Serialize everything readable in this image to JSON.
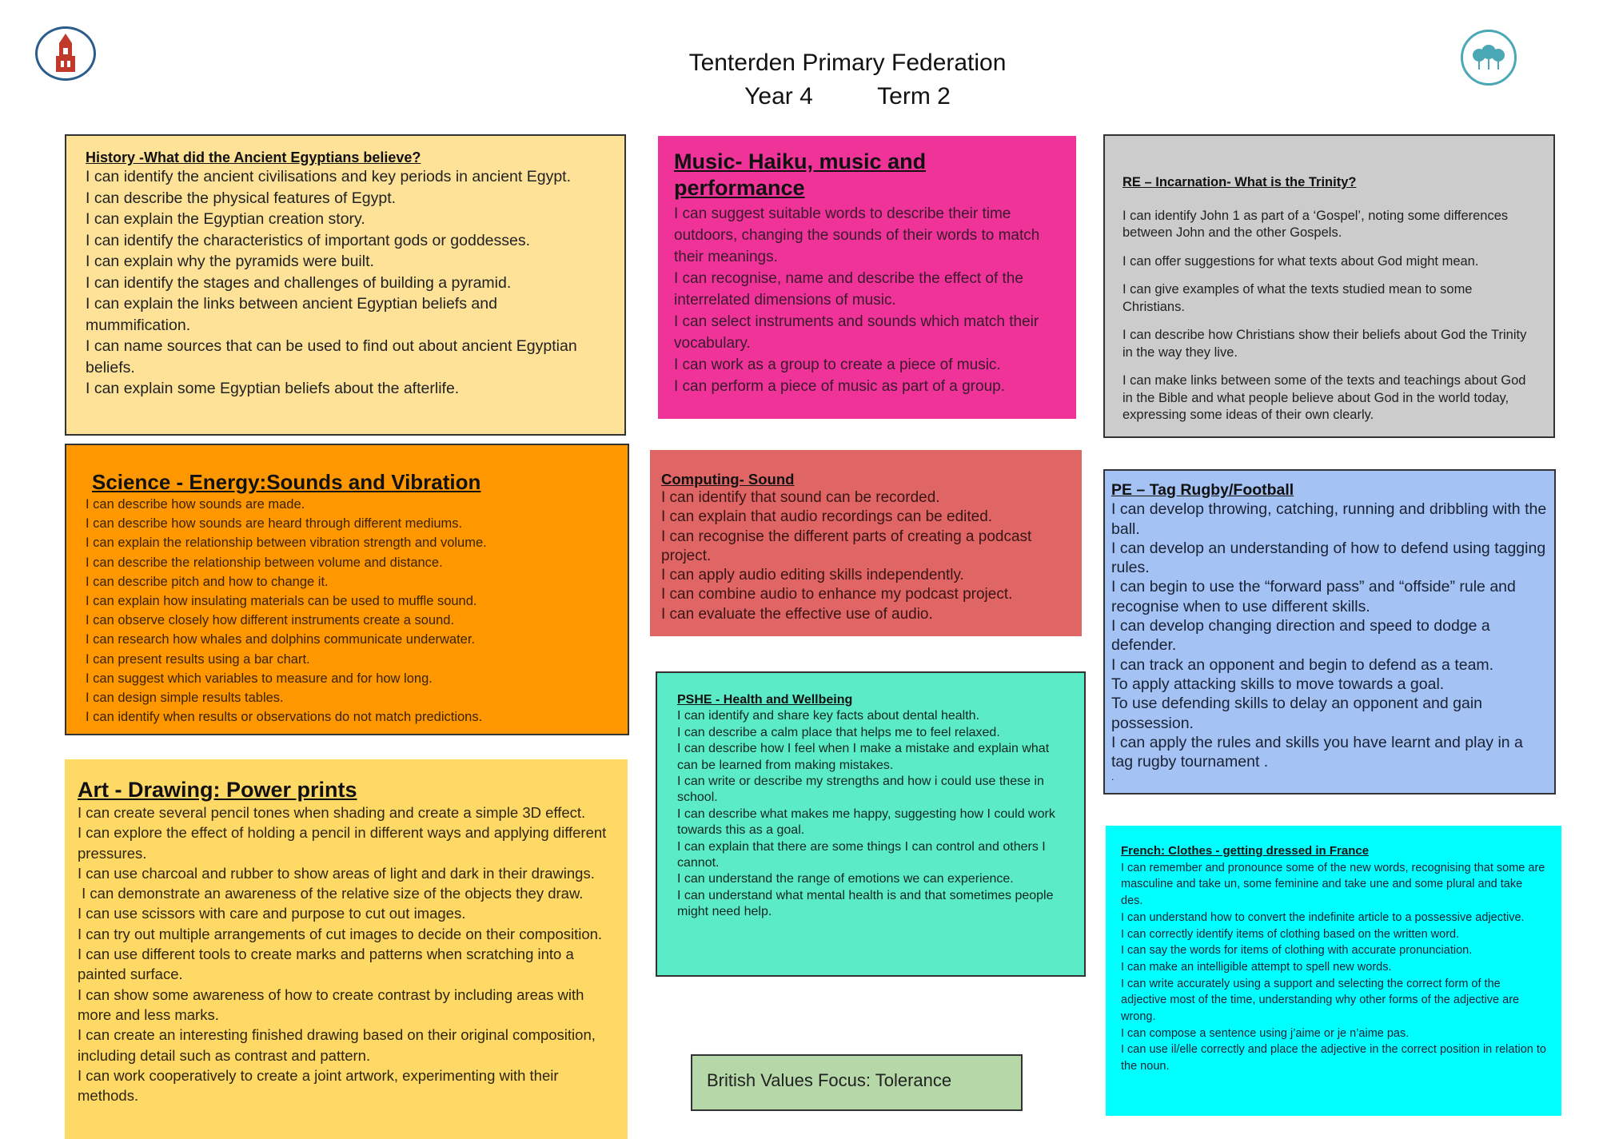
{
  "header": {
    "school": "Tenterden Primary Federation",
    "year": "Year 4",
    "term": "Term 2"
  },
  "logos": {
    "left_icon": "church-tower-icon",
    "right_icon": "trees-icon",
    "left_color": "#c0392b",
    "right_color": "#4aa8b5"
  },
  "history": {
    "title": "History -What did the Ancient Egyptians believe?",
    "items": [
      "I can identify the ancient civilisations and key periods in ancient Egypt.",
      "I can describe the physical features of Egypt.",
      "I can explain the Egyptian creation story.",
      "I can identify the characteristics of important gods or goddesses.",
      "I can explain why the pyramids were built.",
      "I can identify the stages and challenges of building a pyramid.",
      "I can explain the links between ancient Egyptian beliefs and mummification.",
      "I can name sources that can be used to find out about ancient Egyptian beliefs.",
      "I can explain some Egyptian beliefs about the afterlife."
    ]
  },
  "music": {
    "title": "Music- Haiku, music and performance",
    "items": [
      "I can suggest suitable words to describe their time outdoors, changing the sounds of their words to match their meanings.",
      "I can recognise, name and describe the effect of the interrelated dimensions of music.",
      "I can select instruments and sounds which match their vocabulary.",
      "I can work as a group to create a piece of music.",
      "I can perform a piece of music as part of a group."
    ]
  },
  "re": {
    "title": "RE – Incarnation- What is the Trinity?",
    "items": [
      "I can identify John 1 as part of a ‘Gospel’, noting some differences between John and the other Gospels.",
      "I can offer suggestions for what texts about God might mean.",
      "I can give examples of what the texts studied mean to some Christians.",
      "I can describe how Christians show their beliefs about God the Trinity in the way they live.",
      "I can make links between some of the texts and teachings about God in the Bible and what people believe about God in the world today, expressing some ideas of their own clearly."
    ]
  },
  "science": {
    "title": "Science - Energy:Sounds and Vibration",
    "items": [
      "I can describe how sounds are made.",
      "I can describe how sounds are heard through different mediums.",
      "I can explain the relationship between vibration strength and volume.",
      "I can describe the relationship between volume and distance.",
      "I can describe pitch and how to change it.",
      "I can explain how insulating materials can be used to muffle sound.",
      "I can  observe closely how different instruments create a sound.",
      "I can research how whales and dolphins communicate underwater.",
      "I can present results using a bar chart.",
      "I can suggest which variables to measure and for how long.",
      "I can design simple results tables.",
      "I can identify when results or observations do not match predictions."
    ]
  },
  "computing": {
    "title": "Computing- Sound",
    "items": [
      "I can identify that sound can be recorded.",
      "I can explain that audio recordings can be edited.",
      "I can recognise the different parts of creating a podcast project.",
      "I can apply audio editing skills independently.",
      "I can combine audio to enhance my podcast project.",
      "I can evaluate the effective use of audio."
    ]
  },
  "pe": {
    "title": "PE – Tag Rugby/Football",
    "items": [
      "I can develop throwing, catching, running and dribbling with the ball.",
      "I can develop an understanding of how to defend using tagging rules.",
      "I can begin to use the “forward pass” and “offside” rule and recognise when to use different skills.",
      "I can develop changing direction and speed to dodge a defender.",
      "I can track an opponent and begin to defend as a team.",
      "To apply attacking skills to move towards a goal.",
      "To use defending skills to delay an opponent and gain possession.",
      "I can apply the rules and skills you have learnt and play in a tag rugby tournament .",
      "."
    ]
  },
  "art": {
    "title": "Art - Drawing: Power prints",
    "items": [
      "I can create several pencil tones when shading and create a simple 3D effect.",
      "I can explore the effect of holding a pencil in different ways and applying different pressures.",
      "I can use charcoal and rubber to show areas of light and dark in their drawings.",
      " I can demonstrate an awareness of the relative size of the objects they draw.",
      "I can use scissors with care and purpose to cut out images.",
      "I can try out multiple arrangements of cut images to decide on their composition.",
      "I can use different tools to create marks and patterns when scratching into a painted surface.",
      "I can show some awareness of how to create contrast by including areas with more and less marks.",
      "I can create an interesting finished drawing based on their original composition, including detail such as contrast and pattern.",
      "I can work cooperatively to create a joint artwork, experimenting with their methods."
    ]
  },
  "pshe": {
    "title": "PSHE - Health and Wellbeing",
    "items": [
      "I can identify and share key facts about dental health.",
      "I can describe a calm place that helps me to feel relaxed.",
      "I can describe how I feel when I make a mistake and explain what can be learned from making mistakes.",
      "I can write or describe my strengths and how i could use these in school.",
      "I can describe what makes me happy, suggesting how I could work towards this as a goal.",
      "I can explain that there are some things I can control and others I cannot.",
      "I can understand the range of emotions we can experience.",
      "I can understand what mental health is and that sometimes people might need help."
    ]
  },
  "british": {
    "label": "British Values Focus: Tolerance"
  },
  "french": {
    "title": "French: Clothes - getting dressed in France",
    "items": [
      "I can remember and pronounce some of the new words, recognising that some are masculine and take un, some feminine and take une and some plural and take des.",
      "I can understand how to convert the indefinite article to a possessive adjective.",
      "I can correctly identify items of clothing based on the written word.",
      "I can say the words for items of clothing with accurate pronunciation.",
      "I can make an intelligible attempt to spell new words.",
      "I can write accurately using a support and selecting the correct form of the adjective most of the time, understanding why other forms of the adjective are wrong.",
      "I can compose a sentence using j’aime or je n’aime pas.",
      "I can use il/elle correctly and place the adjective in the correct position in relation to the noun."
    ]
  }
}
